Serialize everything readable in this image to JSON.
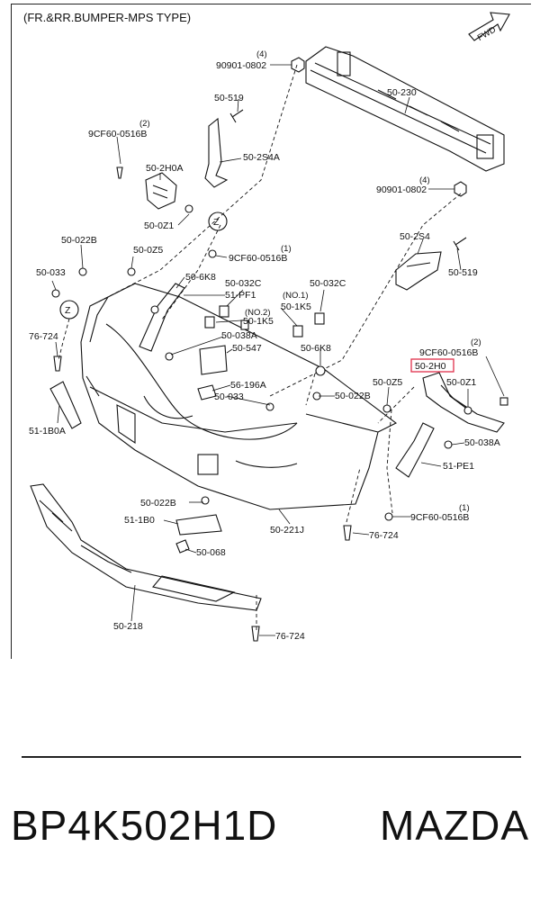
{
  "diagram": {
    "title": "(FR.&RR.BUMPER-MPS TYPE)",
    "fwd_label": "FWD",
    "view_marker": "Z",
    "highlight_color": "#e0304a",
    "labels": {
      "l1_qty": "(4)",
      "l1": "90901-0802",
      "l2": "50-230",
      "l3": "50-519",
      "l4_qty": "(2)",
      "l4": "9CF60-0516B",
      "l5": "50-2S4A",
      "l6": "50-2H0A",
      "l7": "50-0Z1",
      "l8_qty": "(4)",
      "l8": "90901-0802",
      "l9": "50-022B",
      "l10": "50-0Z5",
      "l11_qty": "(1)",
      "l11": "9CF60-0516B",
      "l12": "50-2S4",
      "l13": "50-033",
      "l14": "50-6K8",
      "l15": "51-PF1",
      "l16": "50-032C",
      "l17": "50-032C",
      "l18": "50-519",
      "l19": "(NO.2)",
      "l20": "(NO.1)",
      "l21": "50-1K5",
      "l22": "50-1K5",
      "l23": "76-724",
      "l24": "50-038A",
      "l25": "50-547",
      "l26": "50-6K8",
      "l27_qty": "(2)",
      "l27": "9CF60-0516B",
      "l28": "50-2H0",
      "l29": "56-196A",
      "l30": "50-033",
      "l31": "50-022B",
      "l32": "50-0Z5",
      "l33": "50-0Z1",
      "l34": "51-1B0A",
      "l35": "50-038A",
      "l36": "51-PE1",
      "l37": "50-022B",
      "l38": "51-1B0",
      "l39_qty": "(1)",
      "l39": "9CF60-0516B",
      "l40": "50-221J",
      "l41": "76-724",
      "l42": "50-068",
      "l43": "50-218",
      "l44": "76-724"
    }
  },
  "footer": {
    "part_number": "BP4K502H1D",
    "brand": "MAZDA"
  }
}
